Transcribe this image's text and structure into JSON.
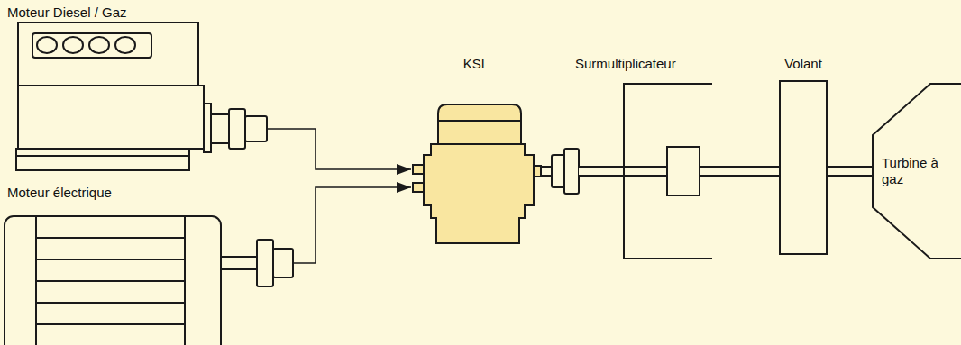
{
  "diagram": {
    "nodes": [
      {
        "text": [
          "Moteur Diesel / Gaz"
        ]
      },
      {
        "text": [
          "Moteur électrique"
        ]
      },
      {
        "text": [
          "KSL"
        ]
      },
      {
        "text": [
          "Surmultiplicateur"
        ]
      },
      {
        "text": [
          "Volant"
        ]
      },
      {
        "text": [
          "Turbine à gaz"
        ]
      }
    ],
    "edges": [
      {
        "from": 0,
        "to": 2,
        "arrow": "to"
      },
      {
        "from": 1,
        "to": 2,
        "arrow": "to"
      },
      {
        "from": 2,
        "to": 3,
        "arrow": "none"
      },
      {
        "from": 3,
        "to": 4,
        "arrow": "none"
      },
      {
        "from": 4,
        "to": 5,
        "arrow": "none"
      }
    ]
  }
}
